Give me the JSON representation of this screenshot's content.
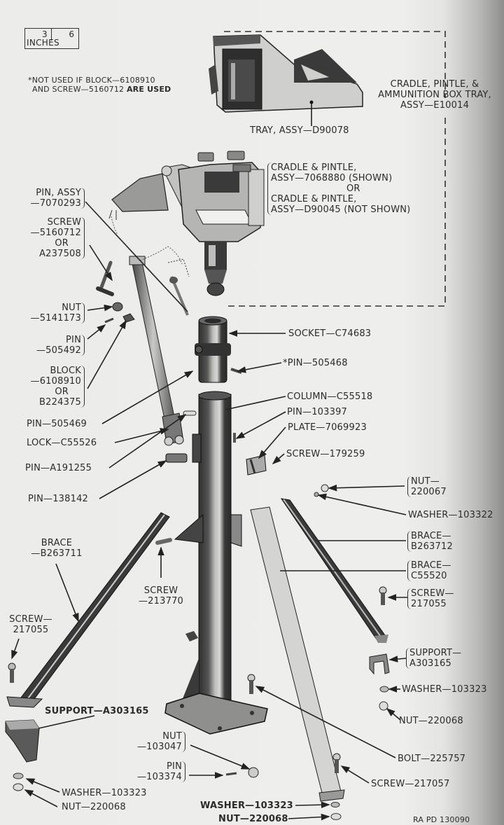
{
  "figure": {
    "id": "RA PD 130090",
    "scale": {
      "tick_a": "3",
      "tick_b": "6",
      "unit": "INCHES"
    },
    "note": {
      "line1": "*NOT USED IF BLOCK—6108910",
      "line2_a": "AND SCREW—5160712 ",
      "line2_b": "ARE USED"
    },
    "colors": {
      "paper": "#ececea",
      "ink": "#2b2b2b",
      "metal_dark": "#3a3a3a",
      "metal_mid": "#8a8a8a",
      "metal_light": "#cfcfcd"
    }
  },
  "labels": {
    "assembly": [
      "CRADLE, PINTLE, &",
      "AMMUNITION BOX TRAY,",
      "ASSY—E10014"
    ],
    "tray": "TRAY, ASSY—D90078",
    "cradle": [
      "CRADLE & PINTLE,",
      "ASSY—7068880 (SHOWN)",
      "OR",
      "CRADLE & PINTLE,",
      "ASSY—D90045 (NOT SHOWN)"
    ],
    "pin_assy": [
      "PIN, ASSY",
      "—7070293"
    ],
    "screw_a": [
      "SCREW",
      "—5160712",
      "OR",
      "A237508"
    ],
    "nut_5141173": [
      "NUT",
      "—5141173"
    ],
    "pin_505492": [
      "PIN",
      "—505492"
    ],
    "block": [
      "BLOCK",
      "—6108910",
      "OR",
      "B224375"
    ],
    "pin_505469": "PIN—505469",
    "lock": "LOCK—C55526",
    "pin_a191255": "PIN—A191255",
    "pin_138142": "PIN—138142",
    "socket": "SOCKET—C74683",
    "pin_505468": "*PIN—505468",
    "column": "COLUMN—C55518",
    "pin_103397": "PIN—103397",
    "plate": "PLATE—7069923",
    "screw_179259": "SCREW—179259",
    "nut_220067": [
      "NUT—",
      "220067"
    ],
    "washer_103322": "WASHER—103322",
    "brace_b263712": [
      "BRACE—",
      "B263712"
    ],
    "brace_c55520": [
      "BRACE—",
      "C55520"
    ],
    "screw_217055_r": [
      "SCREW—",
      "217055"
    ],
    "support_r": [
      "SUPPORT—",
      "A303165"
    ],
    "washer_103323_r": "WASHER—103323",
    "nut_220068_r": "NUT—220068",
    "brace_b263711": [
      "BRACE",
      "—B263711"
    ],
    "screw_213770": [
      "SCREW",
      "—213770"
    ],
    "screw_217055_l": [
      "SCREW—",
      "217055"
    ],
    "support_l": "SUPPORT—A303165",
    "nut_103047": [
      "NUT",
      "—103047"
    ],
    "pin_103374": [
      "PIN",
      "—103374"
    ],
    "washer_103323_l": "WASHER—103323",
    "nut_220068_l": "NUT—220068",
    "bolt": "BOLT—225757",
    "screw_217057": "SCREW—217057",
    "washer_103323_b": "WASHER—103323",
    "nut_220068_b": "NUT—220068"
  }
}
